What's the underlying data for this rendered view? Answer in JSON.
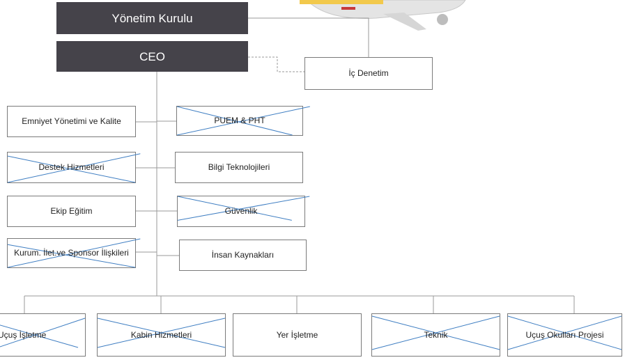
{
  "colors": {
    "dark_box": "#45434a",
    "line": "#9a9a9a",
    "cross": "#3f7ec2",
    "border": "#7a7a7a"
  },
  "chart": {
    "board": "Yönetim Kurulu",
    "ceo": "CEO",
    "internal_audit": "İç Denetim",
    "left_units": [
      {
        "label": "Emniyet Yönetimi ve Kalite",
        "crossed": false
      },
      {
        "label": "Destek Hizmetleri",
        "crossed": true
      },
      {
        "label": "Ekip Eğitim",
        "crossed": false
      },
      {
        "label": "Kurum. İlet.ve Sponsor İlişkileri",
        "crossed": true
      }
    ],
    "right_units": [
      {
        "label": "PUEM & PHT",
        "crossed": true
      },
      {
        "label": "Bilgi Teknolojileri",
        "crossed": false
      },
      {
        "label": "Güvenlik",
        "crossed": true
      },
      {
        "label": "İnsan Kaynakları",
        "crossed": false
      }
    ],
    "bottom_units": [
      {
        "label": "Uçuş İşletme",
        "crossed": true
      },
      {
        "label": "Kabin Hizmetleri",
        "crossed": true
      },
      {
        "label": "Yer İşletme",
        "crossed": false
      },
      {
        "label": "Teknik",
        "crossed": true
      },
      {
        "label": "Uçuş Okulları Projesi",
        "crossed": true
      }
    ]
  }
}
